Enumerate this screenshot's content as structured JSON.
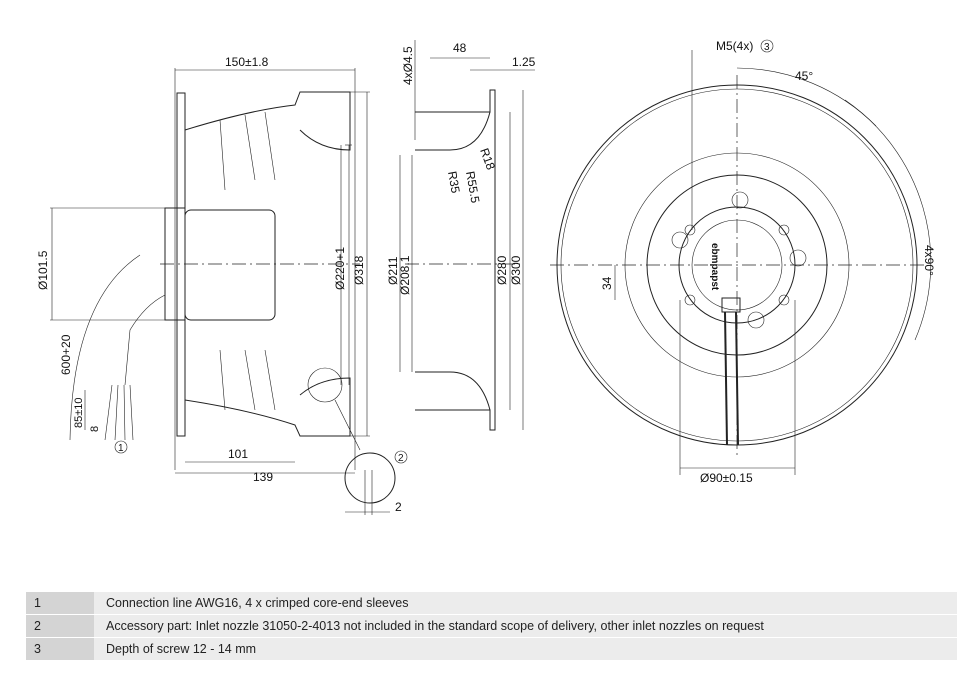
{
  "side_view": {
    "width_overall": "150±1.8",
    "dia_inlet": "Ø220+1",
    "dia_outer": "Ø318",
    "dia_motor": "Ø101.5",
    "cable_length": "600+20",
    "strip_length": "85±10",
    "sleeve_length": "8",
    "callout_1": "1",
    "depth_101": "101",
    "depth_139": "139",
    "callout_2": "2",
    "detail_gap": "2"
  },
  "nozzle_view": {
    "holes": "4xØ4.5",
    "depth_48": "48",
    "thickness": "1.25",
    "r18": "R18",
    "r35": "R35",
    "r55": "R55.5",
    "dia_211": "Ø211",
    "dia_208": "Ø208.1",
    "dia_280": "Ø280",
    "dia_300": "Ø300"
  },
  "front_view": {
    "screws": "M5(4x)",
    "callout_3": "3",
    "angle_45": "45°",
    "angle_4x90": "4x90°",
    "offset_34": "34",
    "dia_90": "Ø90±0.15",
    "logo": "ebmpapst"
  },
  "notes": [
    {
      "num": "1",
      "text": "Connection line AWG16, 4 x crimped core-end sleeves"
    },
    {
      "num": "2",
      "text": "Accessory part: Inlet nozzle 31050-2-4013 not included in the standard scope of delivery, other inlet nozzles on request"
    },
    {
      "num": "3",
      "text": "Depth of screw 12 - 14 mm"
    }
  ]
}
